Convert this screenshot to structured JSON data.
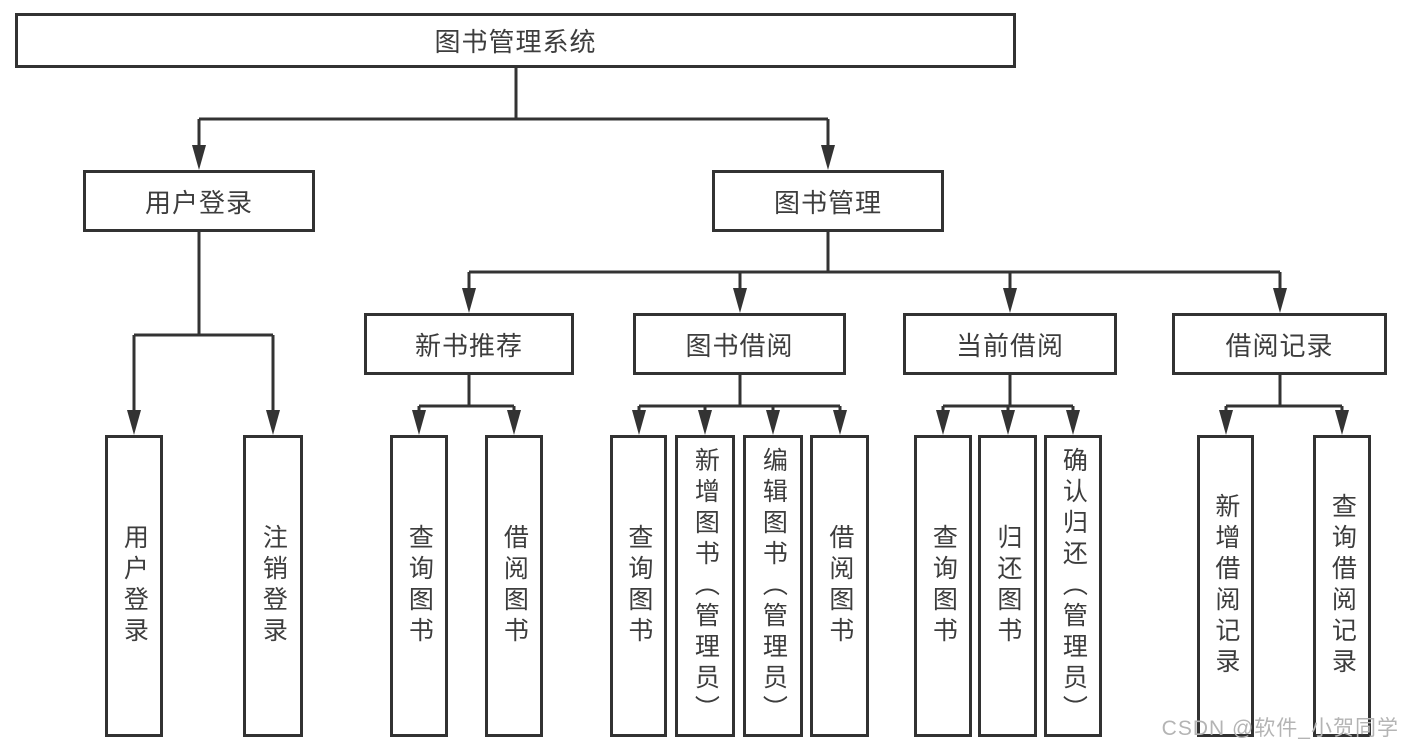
{
  "tree": {
    "label": "图书管理系统",
    "children": [
      {
        "label": "用户登录",
        "children": [
          {
            "label": "用户登录"
          },
          {
            "label": "注销登录"
          }
        ]
      },
      {
        "label": "图书管理",
        "children": [
          {
            "label": "新书推荐",
            "children": [
              {
                "label": "查询图书"
              },
              {
                "label": "借阅图书"
              }
            ]
          },
          {
            "label": "图书借阅",
            "children": [
              {
                "label": "查询图书"
              },
              {
                "label": "新增图书（管理员）"
              },
              {
                "label": "编辑图书（管理员）"
              },
              {
                "label": "借阅图书"
              }
            ]
          },
          {
            "label": "当前借阅",
            "children": [
              {
                "label": "查询图书"
              },
              {
                "label": "归还图书"
              },
              {
                "label": "确认归还（管理员）"
              }
            ]
          },
          {
            "label": "借阅记录",
            "children": [
              {
                "label": "新增借阅记录"
              },
              {
                "label": "查询借阅记录"
              }
            ]
          }
        ]
      }
    ]
  },
  "watermark": "CSDN @软件_小贺同学",
  "colors": {
    "line": "#333333",
    "box_border": "#323232",
    "label_text": "#3d3d3d",
    "watermark_text": "#b4b4b4",
    "background": "#ffffff"
  }
}
